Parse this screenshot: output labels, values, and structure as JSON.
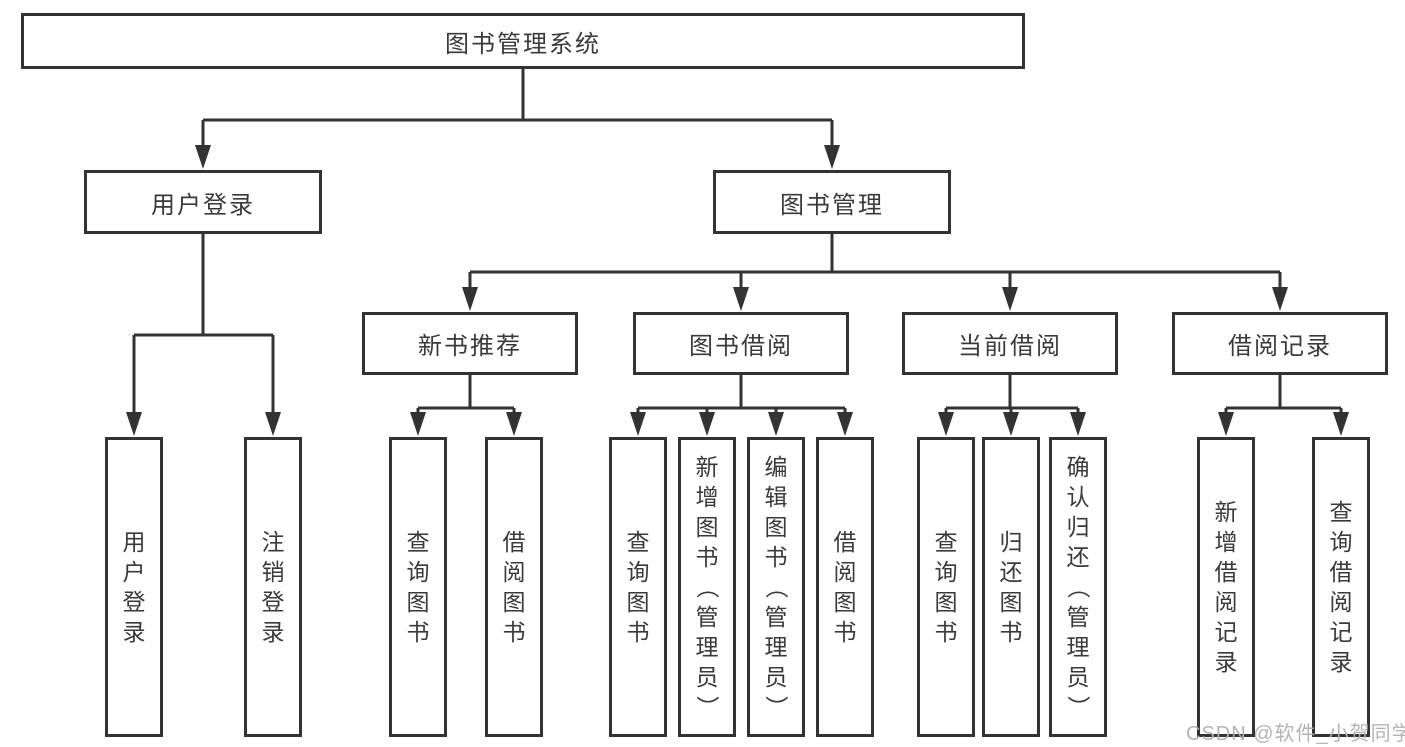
{
  "diagram": {
    "root": "图书管理系统",
    "branches": [
      {
        "label": "用户登录",
        "children": [
          "用户登录",
          "注销登录"
        ]
      },
      {
        "label": "图书管理",
        "groups": [
          {
            "label": "新书推荐",
            "children": [
              "查询图书",
              "借阅图书"
            ]
          },
          {
            "label": "图书借阅",
            "children": [
              "查询图书",
              "新增图书（管理员）",
              "编辑图书（管理员）",
              "借阅图书"
            ]
          },
          {
            "label": "当前借阅",
            "children": [
              "查询图书",
              "归还图书",
              "确认归还（管理员）"
            ]
          },
          {
            "label": "借阅记录",
            "children": [
              "新增借阅记录",
              "查询借阅记录"
            ]
          }
        ]
      }
    ],
    "watermark": "CSDN @软件_小贺同学"
  },
  "colors": {
    "line": "#333333",
    "box_border": "#333333",
    "text": "#3a3a3a",
    "watermark": "#b0b0b0",
    "background": "#ffffff"
  }
}
